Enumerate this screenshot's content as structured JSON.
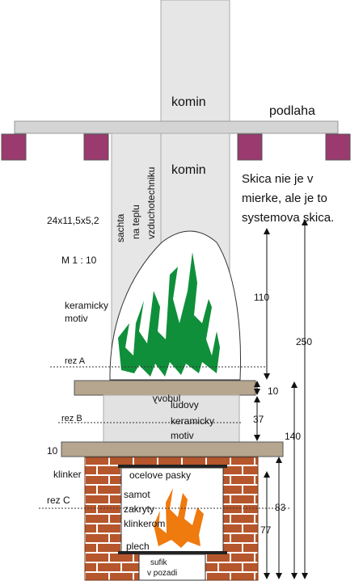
{
  "labels": {
    "komin_top": "komin",
    "podlaha": "podlaha",
    "komin_mid": "komin",
    "shaft": [
      "sachta",
      "na teplu",
      "vzduchotechniku"
    ],
    "note": [
      "Skica nie je v",
      "mierke, ale je to",
      "systemova skica."
    ],
    "dims_brick": "24x11,5x5,2",
    "scale": "M 1 : 10",
    "keramicky": [
      "keramicky",
      "motiv"
    ],
    "rez_a": "rez A",
    "rez_b": "rez B",
    "rez_c": "rez C",
    "ludovy_mirror": "ludovy",
    "ludovy_panel": [
      "ludovy",
      "keramicky",
      "motiv"
    ],
    "klinker": "klinker",
    "ocelove_pasky": "ocelove pasky",
    "samot": [
      "samot",
      "zakryty",
      "klinkerom"
    ],
    "plech": "plech",
    "sufik": [
      "sufik",
      "v pozadi"
    ]
  },
  "dimensions": {
    "d110": "110",
    "d10_top": "10",
    "d37": "37",
    "d10_left": "10",
    "d140": "140",
    "d250": "250",
    "d83": "83",
    "d77": "77"
  },
  "colors": {
    "chimney": "#e6e6e6",
    "floor": "#d4d4d4",
    "joist": "#9b3a6e",
    "shelf": "#b6a68f",
    "brick": "#b5562c",
    "mortar": "#ffffff",
    "flame_green": "#0f8f3a",
    "flame_orange": "#ef7a0e",
    "panel": "#e2e2e2"
  }
}
